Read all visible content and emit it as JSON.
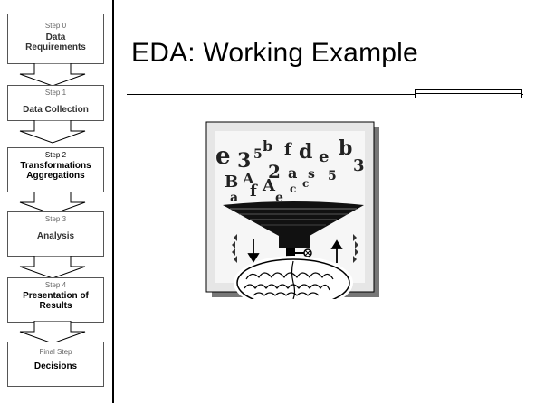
{
  "steps": [
    {
      "num": "Step 0",
      "label": "Data Requirements"
    },
    {
      "num": "Step 1",
      "label": "Data Collection"
    },
    {
      "num": "Step 2",
      "label": "Transformations Aggregations"
    },
    {
      "num": "Step 3",
      "label": "Analysis"
    },
    {
      "num": "Step 4",
      "label": "Presentation of Results"
    },
    {
      "num": "Final Step",
      "label": "Decisions"
    }
  ],
  "slide": {
    "title": "EDA:  Working Example"
  },
  "illustration": {
    "icon": "funnel-letters-into-brain-icon"
  }
}
